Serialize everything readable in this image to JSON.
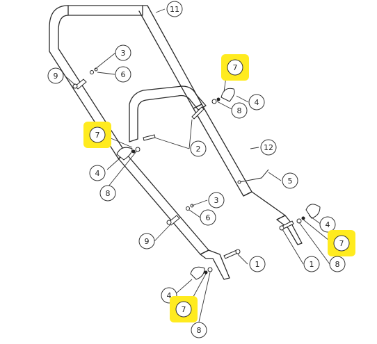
{
  "callouts": [
    {
      "label": "11",
      "highlighted": false
    },
    {
      "label": "3",
      "highlighted": false
    },
    {
      "label": "9",
      "highlighted": false
    },
    {
      "label": "6",
      "highlighted": false
    },
    {
      "label": "7",
      "highlighted": true
    },
    {
      "label": "4",
      "highlighted": false
    },
    {
      "label": "8",
      "highlighted": false
    },
    {
      "label": "7",
      "highlighted": true
    },
    {
      "label": "2",
      "highlighted": false
    },
    {
      "label": "12",
      "highlighted": false
    },
    {
      "label": "4",
      "highlighted": false
    },
    {
      "label": "8",
      "highlighted": false
    },
    {
      "label": "5",
      "highlighted": false
    },
    {
      "label": "3",
      "highlighted": false
    },
    {
      "label": "6",
      "highlighted": false
    },
    {
      "label": "9",
      "highlighted": false
    },
    {
      "label": "4",
      "highlighted": false
    },
    {
      "label": "7",
      "highlighted": true
    },
    {
      "label": "1",
      "highlighted": false
    },
    {
      "label": "8",
      "highlighted": false
    },
    {
      "label": "1",
      "highlighted": false
    },
    {
      "label": "4",
      "highlighted": false
    },
    {
      "label": "7",
      "highlighted": true
    },
    {
      "label": "8",
      "highlighted": false
    }
  ],
  "colors": {
    "highlight": "#ffeb1f",
    "line": "#2a2a2a",
    "background": "#ffffff"
  }
}
